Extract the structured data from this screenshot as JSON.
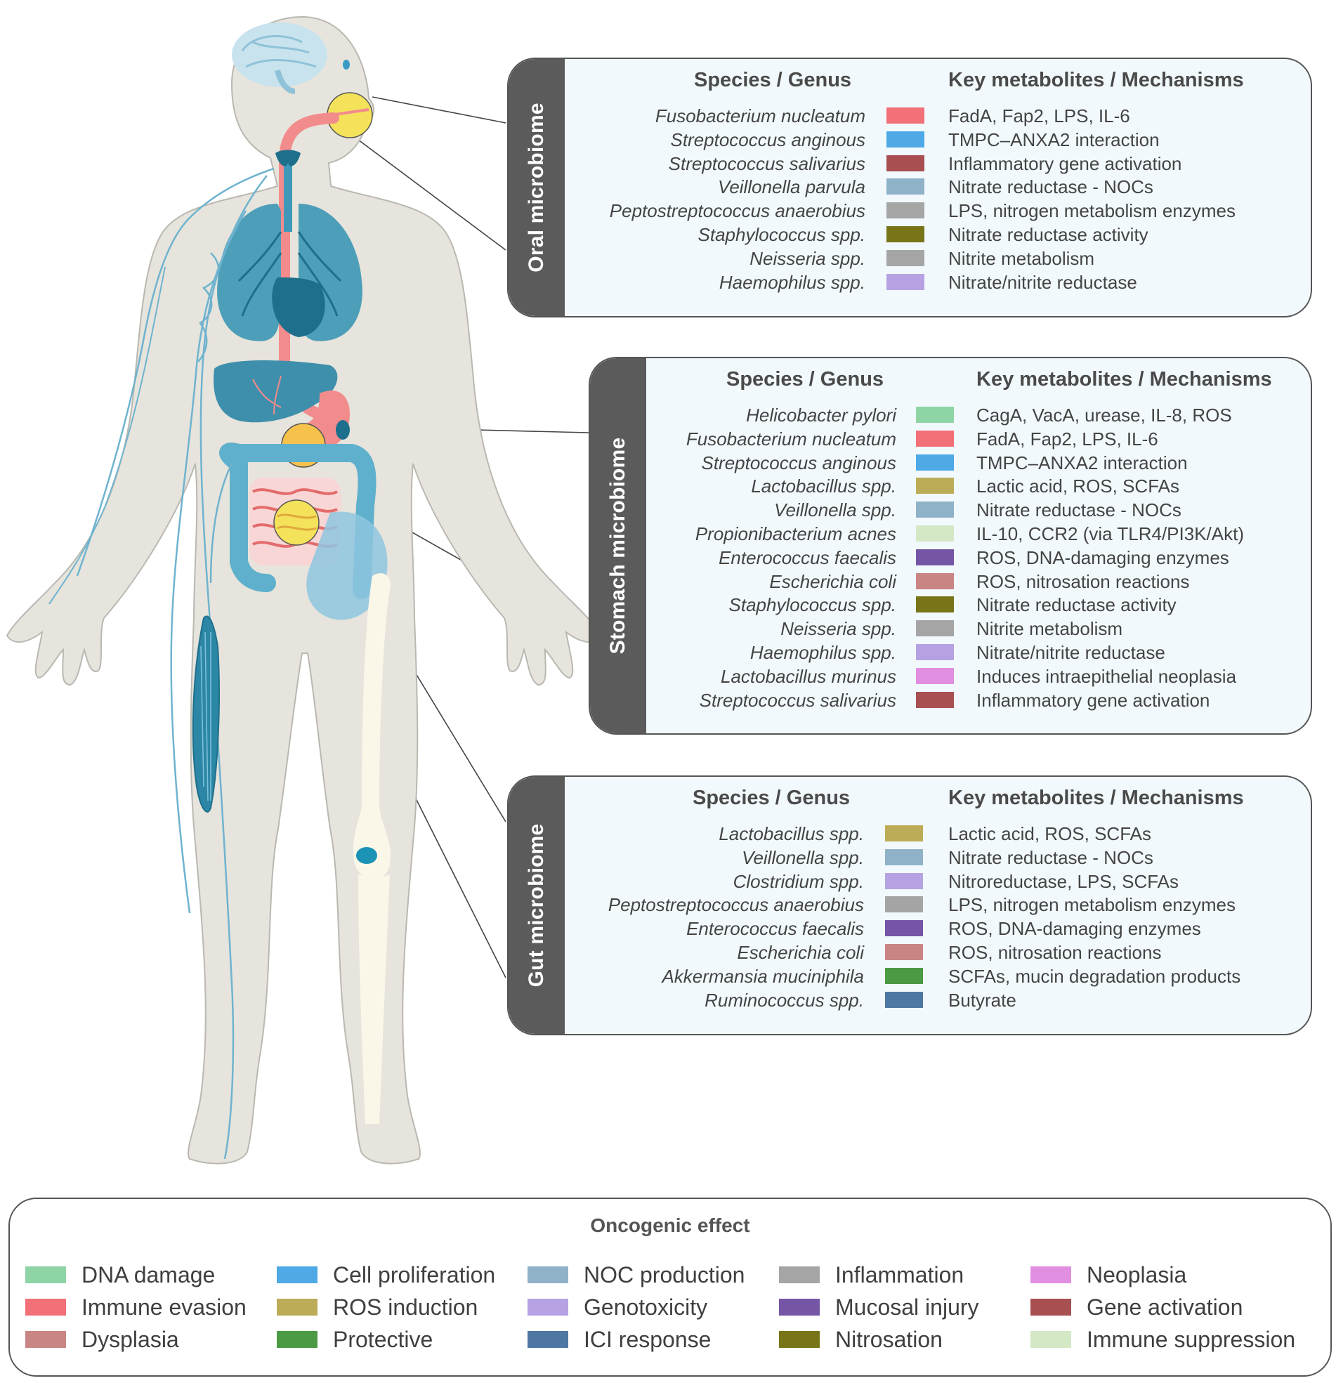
{
  "colors": {
    "skin": "#e6e4dc",
    "skin_outline": "#b9b8b1",
    "organ": "#4d9fb9",
    "organ_dark": "#1d6f8c",
    "esophagus": "#f28c8c",
    "highlight": "#f3e25a",
    "stomach_highlight": "#f6c24c",
    "nerve": "#6fb3cf",
    "bone": "#fbf7e8",
    "panel_bg": "#f2f9fd",
    "tab_bg": "#5b5b5b"
  },
  "panels": [
    {
      "title": "Oral microbiome",
      "species_header": "Species / Genus",
      "mechanism_header": "Key metabolites / Mechanisms",
      "rows": [
        {
          "species": "Fusobacterium nucleatum",
          "color": "#f27078",
          "mechanism": "FadA, Fap2, LPS, IL-6"
        },
        {
          "species": "Streptococcus anginous",
          "color": "#4ea9e6",
          "mechanism": "TMPC–ANXA2 interaction"
        },
        {
          "species": "Streptococcus salivarius",
          "color": "#a84f52",
          "mechanism": "Inflammatory gene activation"
        },
        {
          "species": "Veillonella parvula",
          "color": "#8fb2c8",
          "mechanism": "Nitrate reductase - NOCs"
        },
        {
          "species": "Peptostreptococcus anaerobius",
          "color": "#a5a5a5",
          "mechanism": "LPS, nitrogen metabolism enzymes"
        },
        {
          "species": "Staphylococcus spp.",
          "color": "#777518",
          "mechanism": "Nitrate reductase activity"
        },
        {
          "species": "Neisseria spp.",
          "color": "#a5a5a5",
          "mechanism": "Nitrite metabolism"
        },
        {
          "species": "Haemophilus spp.",
          "color": "#b6a2e2",
          "mechanism": "Nitrate/nitrite reductase"
        }
      ]
    },
    {
      "title": "Stomach microbiome",
      "species_header": "Species / Genus",
      "mechanism_header": "Key metabolites / Mechanisms",
      "rows": [
        {
          "species": "Helicobacter pylori",
          "color": "#8ed4a5",
          "mechanism": "CagA, VacA, urease, IL-8, ROS"
        },
        {
          "species": "Fusobacterium nucleatum",
          "color": "#f27078",
          "mechanism": "FadA, Fap2, LPS, IL-6"
        },
        {
          "species": "Streptococcus anginous",
          "color": "#4ea9e6",
          "mechanism": "TMPC–ANXA2 interaction"
        },
        {
          "species": "Lactobacillus spp.",
          "color": "#bcac58",
          "mechanism": "Lactic acid, ROS, SCFAs"
        },
        {
          "species": "Veillonella spp.",
          "color": "#8fb2c8",
          "mechanism": "Nitrate reductase - NOCs"
        },
        {
          "species": "Propionibacterium acnes",
          "color": "#d4e8c6",
          "mechanism": "IL-10, CCR2 (via TLR4/PI3K/Akt)"
        },
        {
          "species": "Enterococcus faecalis",
          "color": "#7455a6",
          "mechanism": "ROS, DNA-damaging enzymes"
        },
        {
          "species": "Escherichia coli",
          "color": "#c98584",
          "mechanism": "ROS, nitrosation reactions"
        },
        {
          "species": "Staphylococcus spp.",
          "color": "#777518",
          "mechanism": "Nitrate reductase activity"
        },
        {
          "species": "Neisseria spp.",
          "color": "#a5a5a5",
          "mechanism": "Nitrite metabolism"
        },
        {
          "species": "Haemophilus spp.",
          "color": "#b6a2e2",
          "mechanism": "Nitrate/nitrite reductase"
        },
        {
          "species": "Lactobacillus murinus",
          "color": "#e18fe0",
          "mechanism": "Induces intraepithelial neoplasia"
        },
        {
          "species": "Streptococcus salivarius",
          "color": "#a84f52",
          "mechanism": "Inflammatory gene activation"
        }
      ]
    },
    {
      "title": "Gut microbiome",
      "species_header": "Species / Genus",
      "mechanism_header": "Key metabolites / Mechanisms",
      "rows": [
        {
          "species": "Lactobacillus spp.",
          "color": "#bcac58",
          "mechanism": "Lactic acid, ROS, SCFAs"
        },
        {
          "species": "Veillonella spp.",
          "color": "#8fb2c8",
          "mechanism": "Nitrate reductase - NOCs"
        },
        {
          "species": "Clostridium spp.",
          "color": "#b6a2e2",
          "mechanism": "Nitroreductase, LPS, SCFAs"
        },
        {
          "species": "Peptostreptococcus anaerobius",
          "color": "#a5a5a5",
          "mechanism": "LPS, nitrogen metabolism enzymes"
        },
        {
          "species": "Enterococcus faecalis",
          "color": "#7455a6",
          "mechanism": "ROS, DNA-damaging enzymes"
        },
        {
          "species": "Escherichia coli",
          "color": "#c98584",
          "mechanism": "ROS, nitrosation reactions"
        },
        {
          "species": "Akkermansia muciniphila",
          "color": "#4c9a44",
          "mechanism": "SCFAs, mucin degradation products"
        },
        {
          "species": "Ruminococcus spp.",
          "color": "#4f77a3",
          "mechanism": "Butyrate"
        }
      ]
    }
  ],
  "legend": {
    "title": "Oncogenic effect",
    "items": [
      {
        "label": "DNA damage",
        "color": "#8ed4a5"
      },
      {
        "label": "Immune evasion",
        "color": "#f27078"
      },
      {
        "label": "Dysplasia",
        "color": "#c98584"
      },
      {
        "label": "Cell proliferation",
        "color": "#4ea9e6"
      },
      {
        "label": "ROS induction",
        "color": "#bcac58"
      },
      {
        "label": "Protective",
        "color": "#4c9a44"
      },
      {
        "label": "NOC production",
        "color": "#8fb2c8"
      },
      {
        "label": "Genotoxicity",
        "color": "#b6a2e2"
      },
      {
        "label": "ICI response",
        "color": "#4f77a3"
      },
      {
        "label": "Inflammation",
        "color": "#a5a5a5"
      },
      {
        "label": "Mucosal injury",
        "color": "#7455a6"
      },
      {
        "label": "Nitrosation",
        "color": "#777518"
      },
      {
        "label": "Neoplasia",
        "color": "#e18fe0"
      },
      {
        "label": "Gene activation",
        "color": "#a84f52"
      },
      {
        "label": "Immune suppression",
        "color": "#d4e8c6"
      }
    ]
  }
}
